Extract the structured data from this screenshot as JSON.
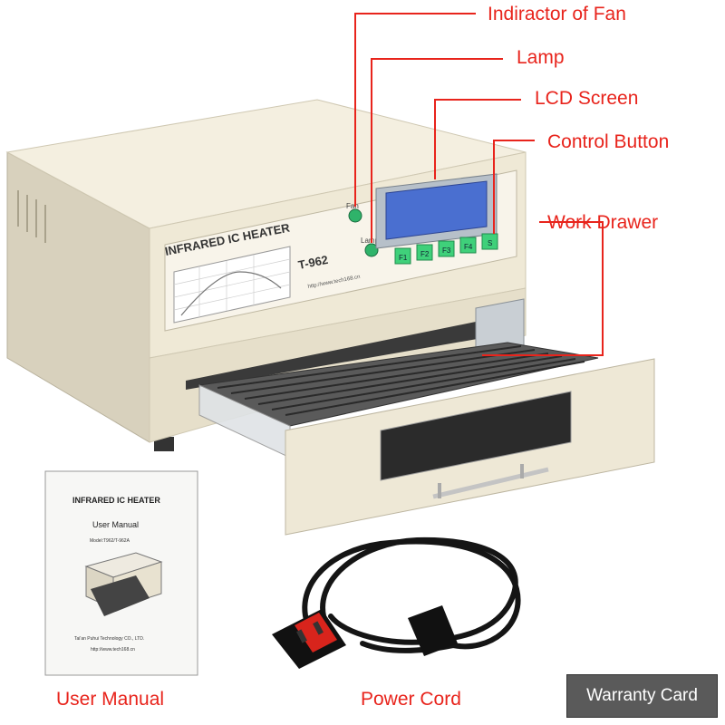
{
  "callouts": {
    "fan_indicator": "Indiractor of Fan",
    "lamp": "Lamp",
    "lcd_screen": "LCD Screen",
    "control_button": "Control Button",
    "work_drawer": "Work Drawer"
  },
  "device": {
    "label": "INFRARED IC HEATER",
    "model": "T-962",
    "url": "http://www.tech168.cn",
    "indicator_fan": "Fan",
    "indicator_lamp": "Lamp",
    "buttons": [
      "F1",
      "F2",
      "F3",
      "F4",
      "S"
    ]
  },
  "manual": {
    "heading": "INFRARED IC HEATER",
    "title": "User Manual",
    "model": "Model:T962/T-962A",
    "company": "Tai'an Puhui Technology CO., LTD.",
    "url": "http://www.tech168.cn"
  },
  "captions": {
    "user_manual": "User Manual",
    "power_cord": "Power Cord",
    "warranty_card": "Warranty Card"
  },
  "colors": {
    "callout_red": "#e8241c",
    "body_beige": "#efe9d6",
    "lcd_blue": "#4a6fd0",
    "button_green": "#3fd07a",
    "warranty_bg": "#5a5a5a"
  }
}
